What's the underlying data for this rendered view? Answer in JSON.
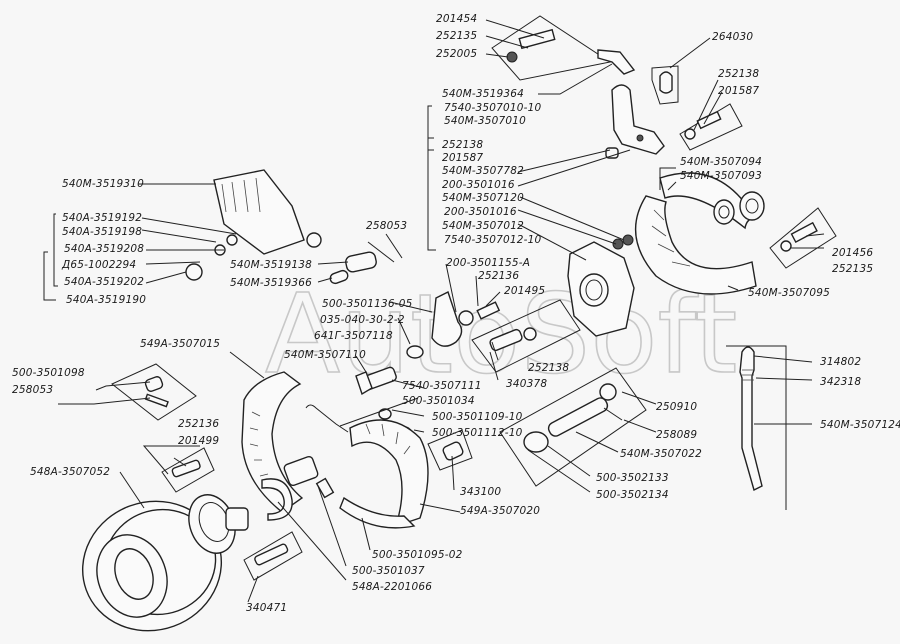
{
  "diagram": {
    "title": "Brake assembly exploded view",
    "watermark": "AutoSoft",
    "labels": [
      {
        "id": "l1",
        "text": "201454"
      },
      {
        "id": "l2",
        "text": "252135"
      },
      {
        "id": "l3",
        "text": "252005"
      },
      {
        "id": "l4",
        "text": "540M-3519364"
      },
      {
        "id": "l5",
        "text": "7540-3507010-10"
      },
      {
        "id": "l6",
        "text": "540M-3507010"
      },
      {
        "id": "l7",
        "text": "252138"
      },
      {
        "id": "l8",
        "text": "201587"
      },
      {
        "id": "l9",
        "text": "540M-3507782"
      },
      {
        "id": "l10",
        "text": "200-3501016"
      },
      {
        "id": "l11",
        "text": "540M-3507120"
      },
      {
        "id": "l12",
        "text": "200-3501016"
      },
      {
        "id": "l13",
        "text": "540M-3507012"
      },
      {
        "id": "l14",
        "text": "7540-3507012-10"
      },
      {
        "id": "l15",
        "text": "264030"
      },
      {
        "id": "l16",
        "text": "252138"
      },
      {
        "id": "l17",
        "text": "201587"
      },
      {
        "id": "l18",
        "text": "540M-3507094"
      },
      {
        "id": "l19",
        "text": "540M-3507093"
      },
      {
        "id": "l20",
        "text": "201456"
      },
      {
        "id": "l21",
        "text": "252135"
      },
      {
        "id": "l22",
        "text": "540M-3507095"
      },
      {
        "id": "l23",
        "text": "540M-3519310"
      },
      {
        "id": "l24",
        "text": "540A-3519192"
      },
      {
        "id": "l25",
        "text": "540A-3519198"
      },
      {
        "id": "l26",
        "text": "540A-3519208"
      },
      {
        "id": "l27",
        "text": "Д65-1002294"
      },
      {
        "id": "l28",
        "text": "540A-3519202"
      },
      {
        "id": "l29",
        "text": "540A-3519190"
      },
      {
        "id": "l30",
        "text": "258053"
      },
      {
        "id": "l31",
        "text": "540M-3519138"
      },
      {
        "id": "l32",
        "text": "540M-3519366"
      },
      {
        "id": "l33",
        "text": "200-3501155-A"
      },
      {
        "id": "l34",
        "text": "252136"
      },
      {
        "id": "l35",
        "text": "201495"
      },
      {
        "id": "l36",
        "text": "500-3501136-05"
      },
      {
        "id": "l37",
        "text": "035-040-30-2-2"
      },
      {
        "id": "l38",
        "text": "641Г-3507118"
      },
      {
        "id": "l39",
        "text": "540M-3507110"
      },
      {
        "id": "l40",
        "text": "252138"
      },
      {
        "id": "l41",
        "text": "340378"
      },
      {
        "id": "l42",
        "text": "549A-3507015"
      },
      {
        "id": "l43",
        "text": "500-3501098"
      },
      {
        "id": "l44",
        "text": "258053"
      },
      {
        "id": "l45",
        "text": "7540-3507111"
      },
      {
        "id": "l46",
        "text": "500-3501034"
      },
      {
        "id": "l47",
        "text": "500-3501109-10"
      },
      {
        "id": "l48",
        "text": "500-3501112-10"
      },
      {
        "id": "l49",
        "text": "250910"
      },
      {
        "id": "l50",
        "text": "258089"
      },
      {
        "id": "l51",
        "text": "540M-3507022"
      },
      {
        "id": "l52",
        "text": "500-3502133"
      },
      {
        "id": "l53",
        "text": "500-3502134"
      },
      {
        "id": "l54",
        "text": "314802"
      },
      {
        "id": "l55",
        "text": "342318"
      },
      {
        "id": "l56",
        "text": "540M-3507124"
      },
      {
        "id": "l57",
        "text": "252136"
      },
      {
        "id": "l58",
        "text": "201499"
      },
      {
        "id": "l59",
        "text": "548A-3507052"
      },
      {
        "id": "l60",
        "text": "343100"
      },
      {
        "id": "l61",
        "text": "549A-3507020"
      },
      {
        "id": "l62",
        "text": "500-3501095-02"
      },
      {
        "id": "l63",
        "text": "500-3501037"
      },
      {
        "id": "l64",
        "text": "548A-2201066"
      },
      {
        "id": "l65",
        "text": "340471"
      }
    ]
  }
}
